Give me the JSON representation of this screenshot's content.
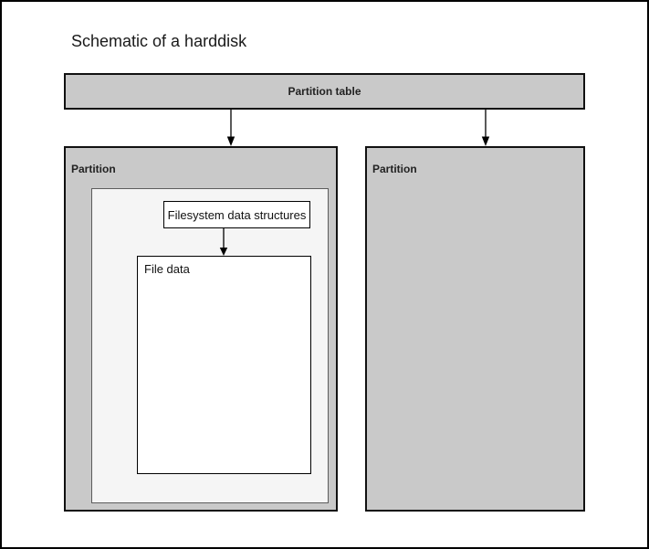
{
  "page": {
    "title": "Schematic of a harddisk"
  },
  "partition_table": {
    "label": "Partition table"
  },
  "partitions": {
    "left": {
      "label": "Partition",
      "filesystem_box": {
        "label": "Filesystem data structures"
      },
      "file_data_box": {
        "label": "File data"
      }
    },
    "right": {
      "label": "Partition"
    }
  },
  "colors": {
    "partition_fill": "#c9c9c9",
    "filesystem_area_fill": "#f5f5f5",
    "data_box_fill": "#ffffff",
    "outline": "#111111",
    "page_border": "#000000"
  }
}
